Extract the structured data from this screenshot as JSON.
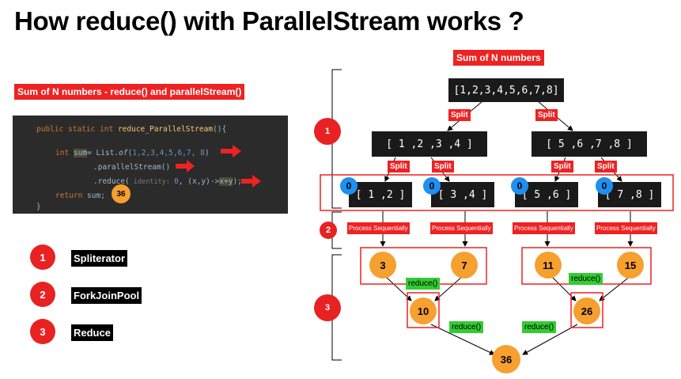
{
  "title": "How reduce() with ParallelStream works ?",
  "code_panel": {
    "heading": "Sum of N numbers - reduce() and parallelStream()",
    "lines": {
      "l1_kw": "public static int ",
      "l1_fn": "reduce_ParallelStream",
      "l1_end": "(){",
      "l2_kw": "int ",
      "l2_var": "sum",
      "l2_a": "= List.",
      "l2_of": "of",
      "l2_b": "(",
      "l2_nums": "1,2,3,4,5,6,7, 8",
      "l2_c": ")",
      "l3": ".parallelStream()",
      "l4_a": ".reduce(",
      "l4_hint": " identity: ",
      "l4_zero": "0",
      "l4_b": ", (x,y)->",
      "l4_expr": "x+y",
      "l4_c": ");",
      "l5_kw": "return ",
      "l5_rest": "sum;",
      "l6": "}"
    },
    "result_badge": "36"
  },
  "legend": [
    {
      "number": "1",
      "label": "Spliterator"
    },
    {
      "number": "2",
      "label": "ForkJoinPool"
    },
    {
      "number": "3",
      "label": "Reduce"
    }
  ],
  "diagram": {
    "heading": "Sum of N numbers",
    "root": "[1,2,3,4,5,6,7,8]",
    "level1": [
      "[ 1 ,2 ,3 ,4 ]",
      "[ 5 ,6 ,7 ,8 ]"
    ],
    "level2": [
      "[ 1 ,2 ]",
      "[ 3 ,4 ]",
      "[ 5 ,6 ]",
      "[ 7 ,8 ]"
    ],
    "split_label": "Split",
    "identity": "0",
    "process_label": "Process Sequentially",
    "partials": [
      "3",
      "7",
      "11",
      "15"
    ],
    "reduce_label": "reduce()",
    "sums": [
      "10",
      "26"
    ],
    "final": "36",
    "phase_markers": [
      "1",
      "2",
      "3"
    ]
  }
}
